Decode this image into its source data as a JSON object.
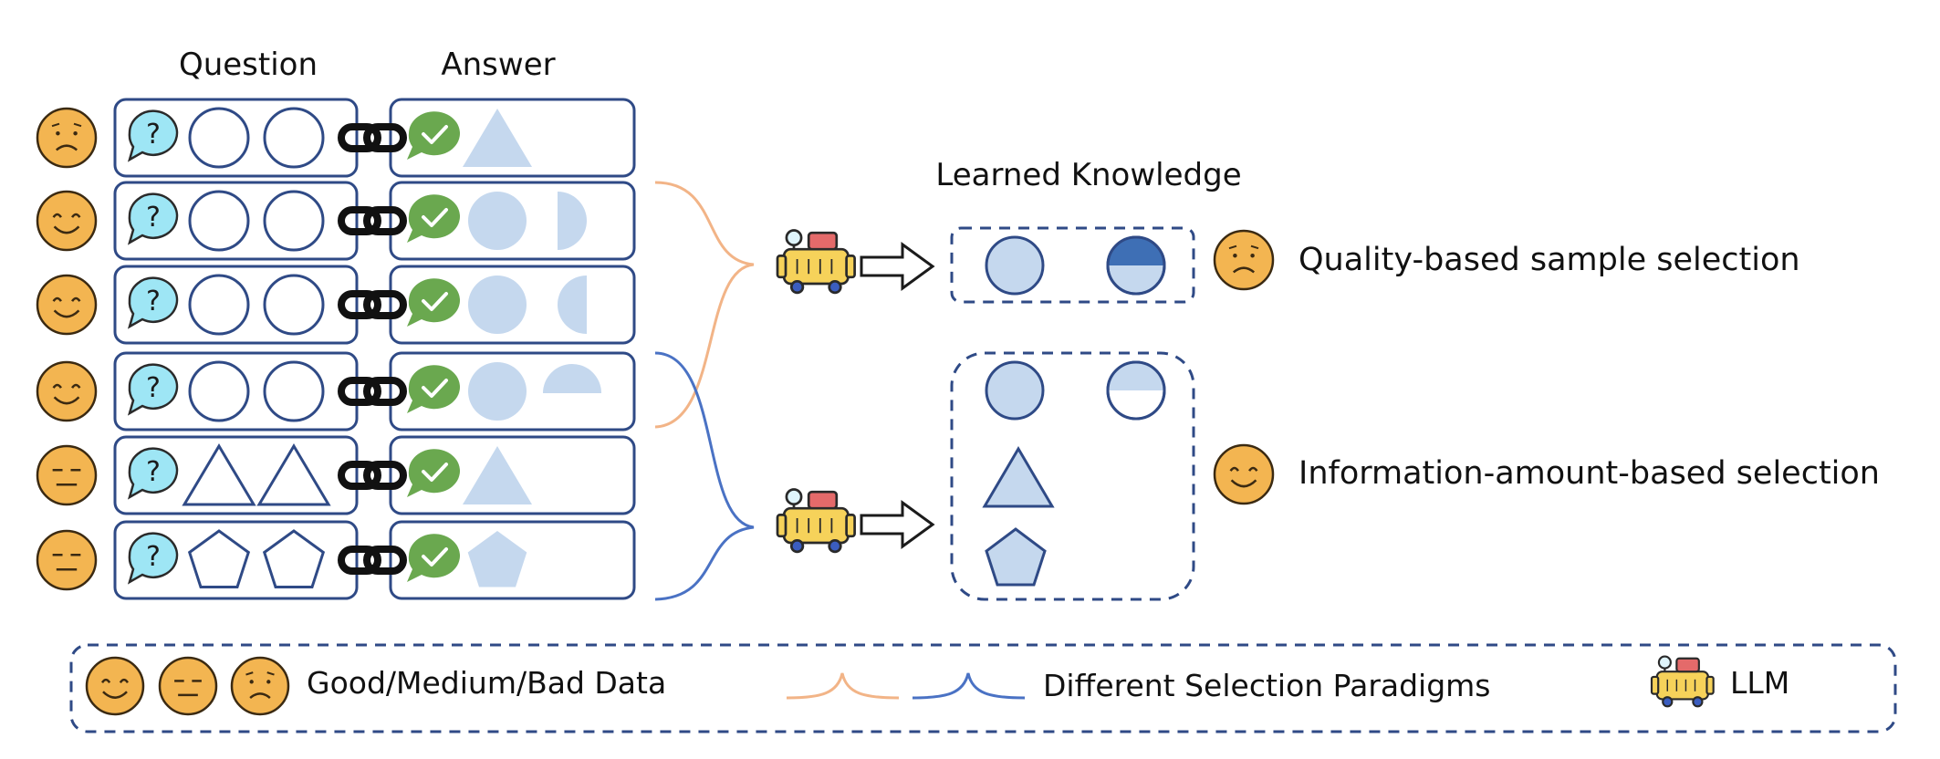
{
  "headers": {
    "question": "Question",
    "answer": "Answer"
  },
  "learned_knowledge_title": "Learned Knowledge",
  "rows": [
    {
      "rating": "bad",
      "question_shapes": [
        "circle",
        "circle"
      ],
      "answer_shapes": [
        "triangle"
      ]
    },
    {
      "rating": "good",
      "question_shapes": [
        "circle",
        "circle"
      ],
      "answer_shapes": [
        "circle",
        "half-circle-right"
      ]
    },
    {
      "rating": "good",
      "question_shapes": [
        "circle",
        "circle"
      ],
      "answer_shapes": [
        "circle",
        "half-circle-left"
      ]
    },
    {
      "rating": "good",
      "question_shapes": [
        "circle",
        "circle"
      ],
      "answer_shapes": [
        "circle",
        "half-circle-top"
      ]
    },
    {
      "rating": "medium",
      "question_shapes": [
        "triangle",
        "triangle"
      ],
      "answer_shapes": [
        "triangle"
      ]
    },
    {
      "rating": "medium",
      "question_shapes": [
        "pentagon",
        "pentagon"
      ],
      "answer_shapes": [
        "pentagon"
      ]
    }
  ],
  "selections": [
    {
      "label": "Quality-based sample selection",
      "rating": "bad",
      "knowledge": [
        "circle",
        "half-filled-circle"
      ]
    },
    {
      "label": "Information-amount-based selection",
      "rating": "good",
      "knowledge": [
        "circle",
        "half-filled-circle-light",
        "triangle",
        "pentagon"
      ]
    }
  ],
  "legend": {
    "data_label": "Good/Medium/Bad Data",
    "paradigm_label": "Different Selection Paradigms",
    "llm_label": "LLM"
  },
  "icons": [
    "question-bubble-icon",
    "check-bubble-icon",
    "link-icon",
    "llm-robot-icon",
    "arrow-icon",
    "good-face-icon",
    "medium-face-icon",
    "bad-face-icon"
  ],
  "colors": {
    "box_stroke": "#2f4a86",
    "shape_fill": "#c5d8ee",
    "shape_dark": "#3e6fb5",
    "face": "#f3b551",
    "orange_brace": "#f2b487",
    "blue_brace": "#4a72c4",
    "check_green": "#6aa84f",
    "question_blue": "#9ee6f5"
  }
}
